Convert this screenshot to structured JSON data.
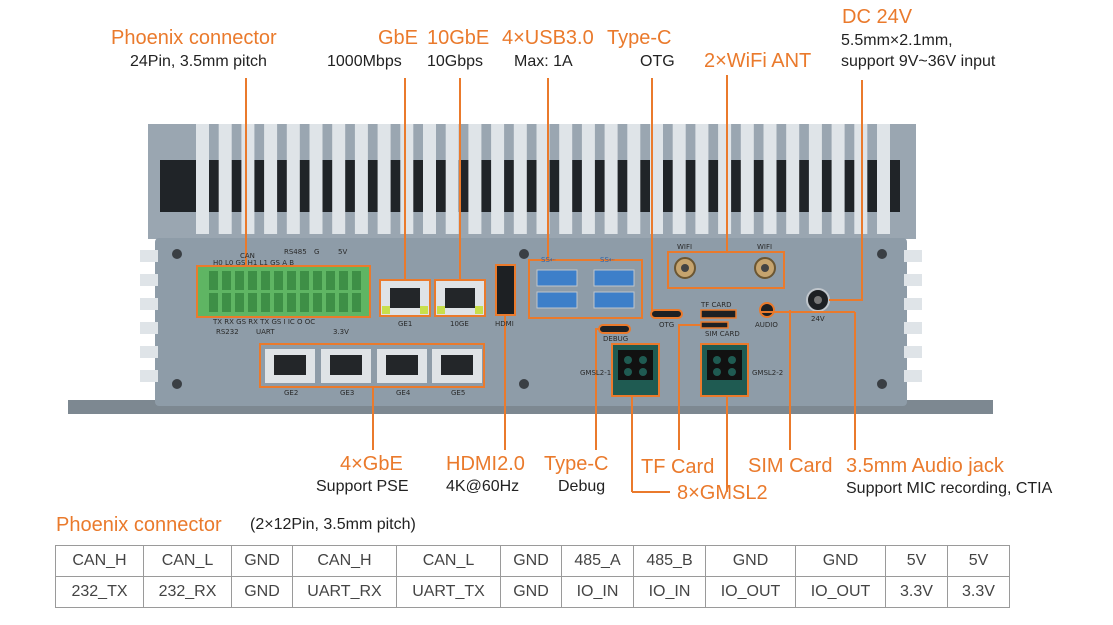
{
  "labels": {
    "phoenix": {
      "title": "Phoenix connector",
      "sub": "24Pin, 3.5mm pitch"
    },
    "gbe": {
      "title": "GbE",
      "sub": "1000Mbps"
    },
    "tengbe": {
      "title": "10GbE",
      "sub": "10Gbps"
    },
    "usb": {
      "title": "4×USB3.0",
      "sub": "Max: 1A"
    },
    "typec_otg": {
      "title": "Type-C",
      "sub": "OTG"
    },
    "wifi": {
      "title": "2×WiFi ANT"
    },
    "dc": {
      "title": "DC 24V",
      "sub1": "5.5mm×2.1mm,",
      "sub2": "support 9V~36V input"
    },
    "gbe4": {
      "title": "4×GbE",
      "sub": "Support PSE"
    },
    "hdmi": {
      "title": "HDMI2.0",
      "sub": "4K@60Hz"
    },
    "typec_debug": {
      "title": "Type-C",
      "sub": "Debug"
    },
    "tf": {
      "title": "TF Card"
    },
    "sim": {
      "title": "SIM Card"
    },
    "audio": {
      "title": "3.5mm Audio jack",
      "sub": "Support MIC recording, CTIA"
    },
    "gmsl": {
      "title": "8×GMSL2"
    }
  },
  "device": {
    "can": "CAN",
    "rs485": "RS485",
    "g": "G",
    "v5": "5V",
    "pins_top": "H0 L0 GS H1 L1 GS A B",
    "pins_bottom": "TX RX GS RX TX GS I IC O OC",
    "rs232": "RS232",
    "uart": "UART",
    "v33": "3.3V",
    "ge1": "GE1",
    "tenge": "10GE",
    "hdmi": "HDMI",
    "ss1": "SS⇠",
    "ss2": "SS⇠",
    "wifi1": "WIFI",
    "wifi2": "WIFI",
    "tfcard": "TF CARD",
    "simcard": "SIM CARD",
    "audio": "AUDIO",
    "v24": "24V",
    "otg": "OTG",
    "debug": "DEBUG",
    "gmsl1": "GMSL2-1",
    "gmsl2": "GMSL2-2",
    "ge2": "GE2",
    "ge3": "GE3",
    "ge4": "GE4",
    "ge5": "GE5"
  },
  "table": {
    "title": "Phoenix connector",
    "subtitle": "(2×12Pin, 3.5mm pitch)",
    "rows": [
      [
        "CAN_H",
        "CAN_L",
        "GND",
        "CAN_H",
        "CAN_L",
        "GND",
        "485_A",
        "485_B",
        "GND",
        "GND",
        "5V",
        "5V"
      ],
      [
        "232_TX",
        "232_RX",
        "GND",
        "UART_RX",
        "UART_TX",
        "GND",
        "IO_IN",
        "IO_IN",
        "IO_OUT",
        "IO_OUT",
        "3.3V",
        "3.3V"
      ]
    ]
  },
  "colors": {
    "accent": "#ea7a2c",
    "body": "#8d9ba7",
    "terminal": "#5fb563"
  }
}
